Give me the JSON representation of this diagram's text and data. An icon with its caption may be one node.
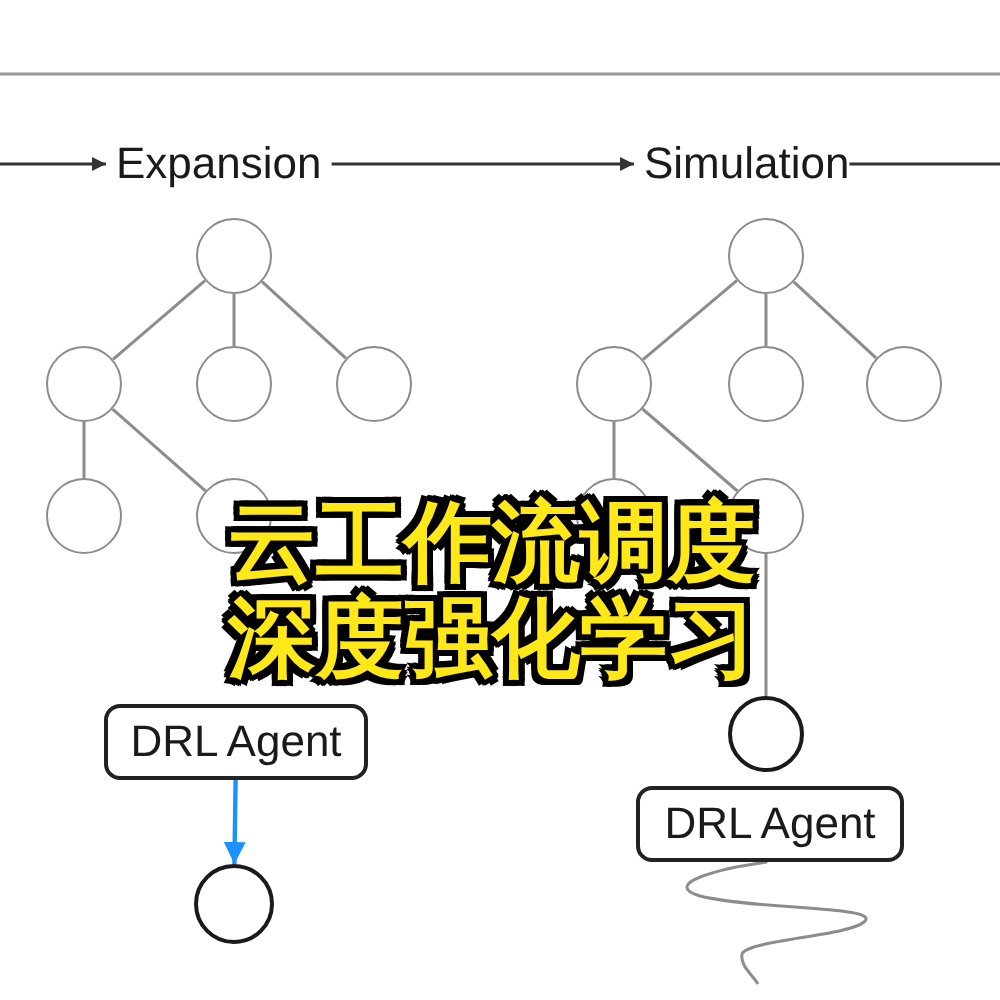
{
  "diagram": {
    "nodes": [
      {
        "text": [
          "Expansion"
        ]
      },
      {
        "text": [
          "Simulation"
        ]
      },
      {
        "text": [],
        "shape": "circle"
      },
      {
        "text": [],
        "shape": "circle"
      },
      {
        "text": [],
        "shape": "circle"
      },
      {
        "text": [],
        "shape": "circle"
      },
      {
        "text": [],
        "shape": "circle"
      },
      {
        "text": [],
        "shape": "circle"
      },
      {
        "text": [],
        "shape": "circle"
      },
      {
        "text": [],
        "shape": "circle"
      },
      {
        "text": [],
        "shape": "circle"
      },
      {
        "text": [],
        "shape": "circle"
      },
      {
        "text": [],
        "shape": "circle"
      },
      {
        "text": [],
        "shape": "circle"
      },
      {
        "text": [
          "DRL Agent"
        ]
      },
      {
        "text": [],
        "shape": "circle"
      },
      {
        "text": [],
        "shape": "circle"
      },
      {
        "text": [
          "DRL Agent"
        ]
      }
    ],
    "edges": [
      {
        "from": null,
        "to": 0,
        "arrow": "to",
        "color": "#333333"
      },
      {
        "from": 0,
        "to": 1,
        "arrow": "to",
        "color": "#333333"
      },
      {
        "from": 1,
        "to": null,
        "arrow": "none",
        "color": "#333333"
      },
      {
        "from": 2,
        "to": 3,
        "arrow": "none"
      },
      {
        "from": 2,
        "to": 4,
        "arrow": "none"
      },
      {
        "from": 2,
        "to": 5,
        "arrow": "none"
      },
      {
        "from": 3,
        "to": 6,
        "arrow": "none"
      },
      {
        "from": 3,
        "to": 7,
        "arrow": "none"
      },
      {
        "from": 8,
        "to": 9,
        "arrow": "none"
      },
      {
        "from": 8,
        "to": 10,
        "arrow": "none"
      },
      {
        "from": 8,
        "to": 11,
        "arrow": "none"
      },
      {
        "from": 9,
        "to": 12,
        "arrow": "none"
      },
      {
        "from": 9,
        "to": 13,
        "arrow": "none"
      },
      {
        "from": 13,
        "to": 16,
        "arrow": "none"
      },
      {
        "from": 14,
        "to": 15,
        "arrow": "to",
        "color": "#1e90ff"
      },
      {
        "from": 17,
        "to": null,
        "arrow": "none"
      }
    ],
    "labels": [
      "云工作流调度",
      "深度强化学习"
    ]
  }
}
